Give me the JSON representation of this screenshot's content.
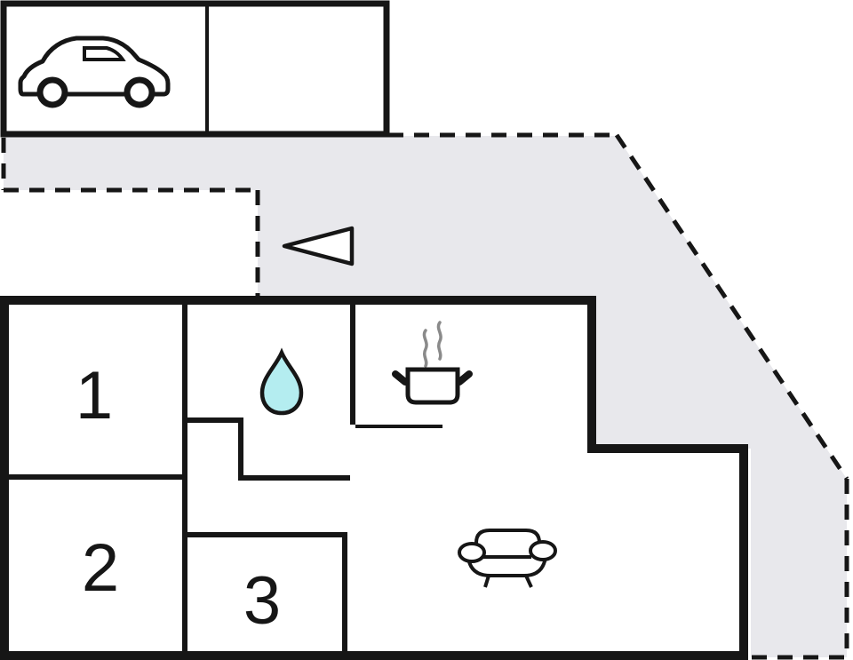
{
  "floorplan": {
    "rooms": [
      {
        "id": "room-1",
        "label": "1"
      },
      {
        "id": "room-2",
        "label": "2"
      },
      {
        "id": "room-3",
        "label": "3"
      }
    ],
    "areas": {
      "carport": {
        "icon": "car-icon"
      },
      "terrace": {
        "style": "dashed-outline-gray"
      },
      "bathroom": {
        "icon": "water-drop-icon"
      },
      "kitchen": {
        "icon": "cooking-pot-icon"
      },
      "living_room": {
        "icon": "sofa-icon"
      },
      "entrance": {
        "icon": "entrance-arrow-icon"
      }
    },
    "colors": {
      "wall": "#161616",
      "terrace_fill": "#e8e8ec",
      "water_drop_fill": "#b4edf0",
      "steam": "#8a8a8a",
      "background": "#ffffff"
    }
  }
}
